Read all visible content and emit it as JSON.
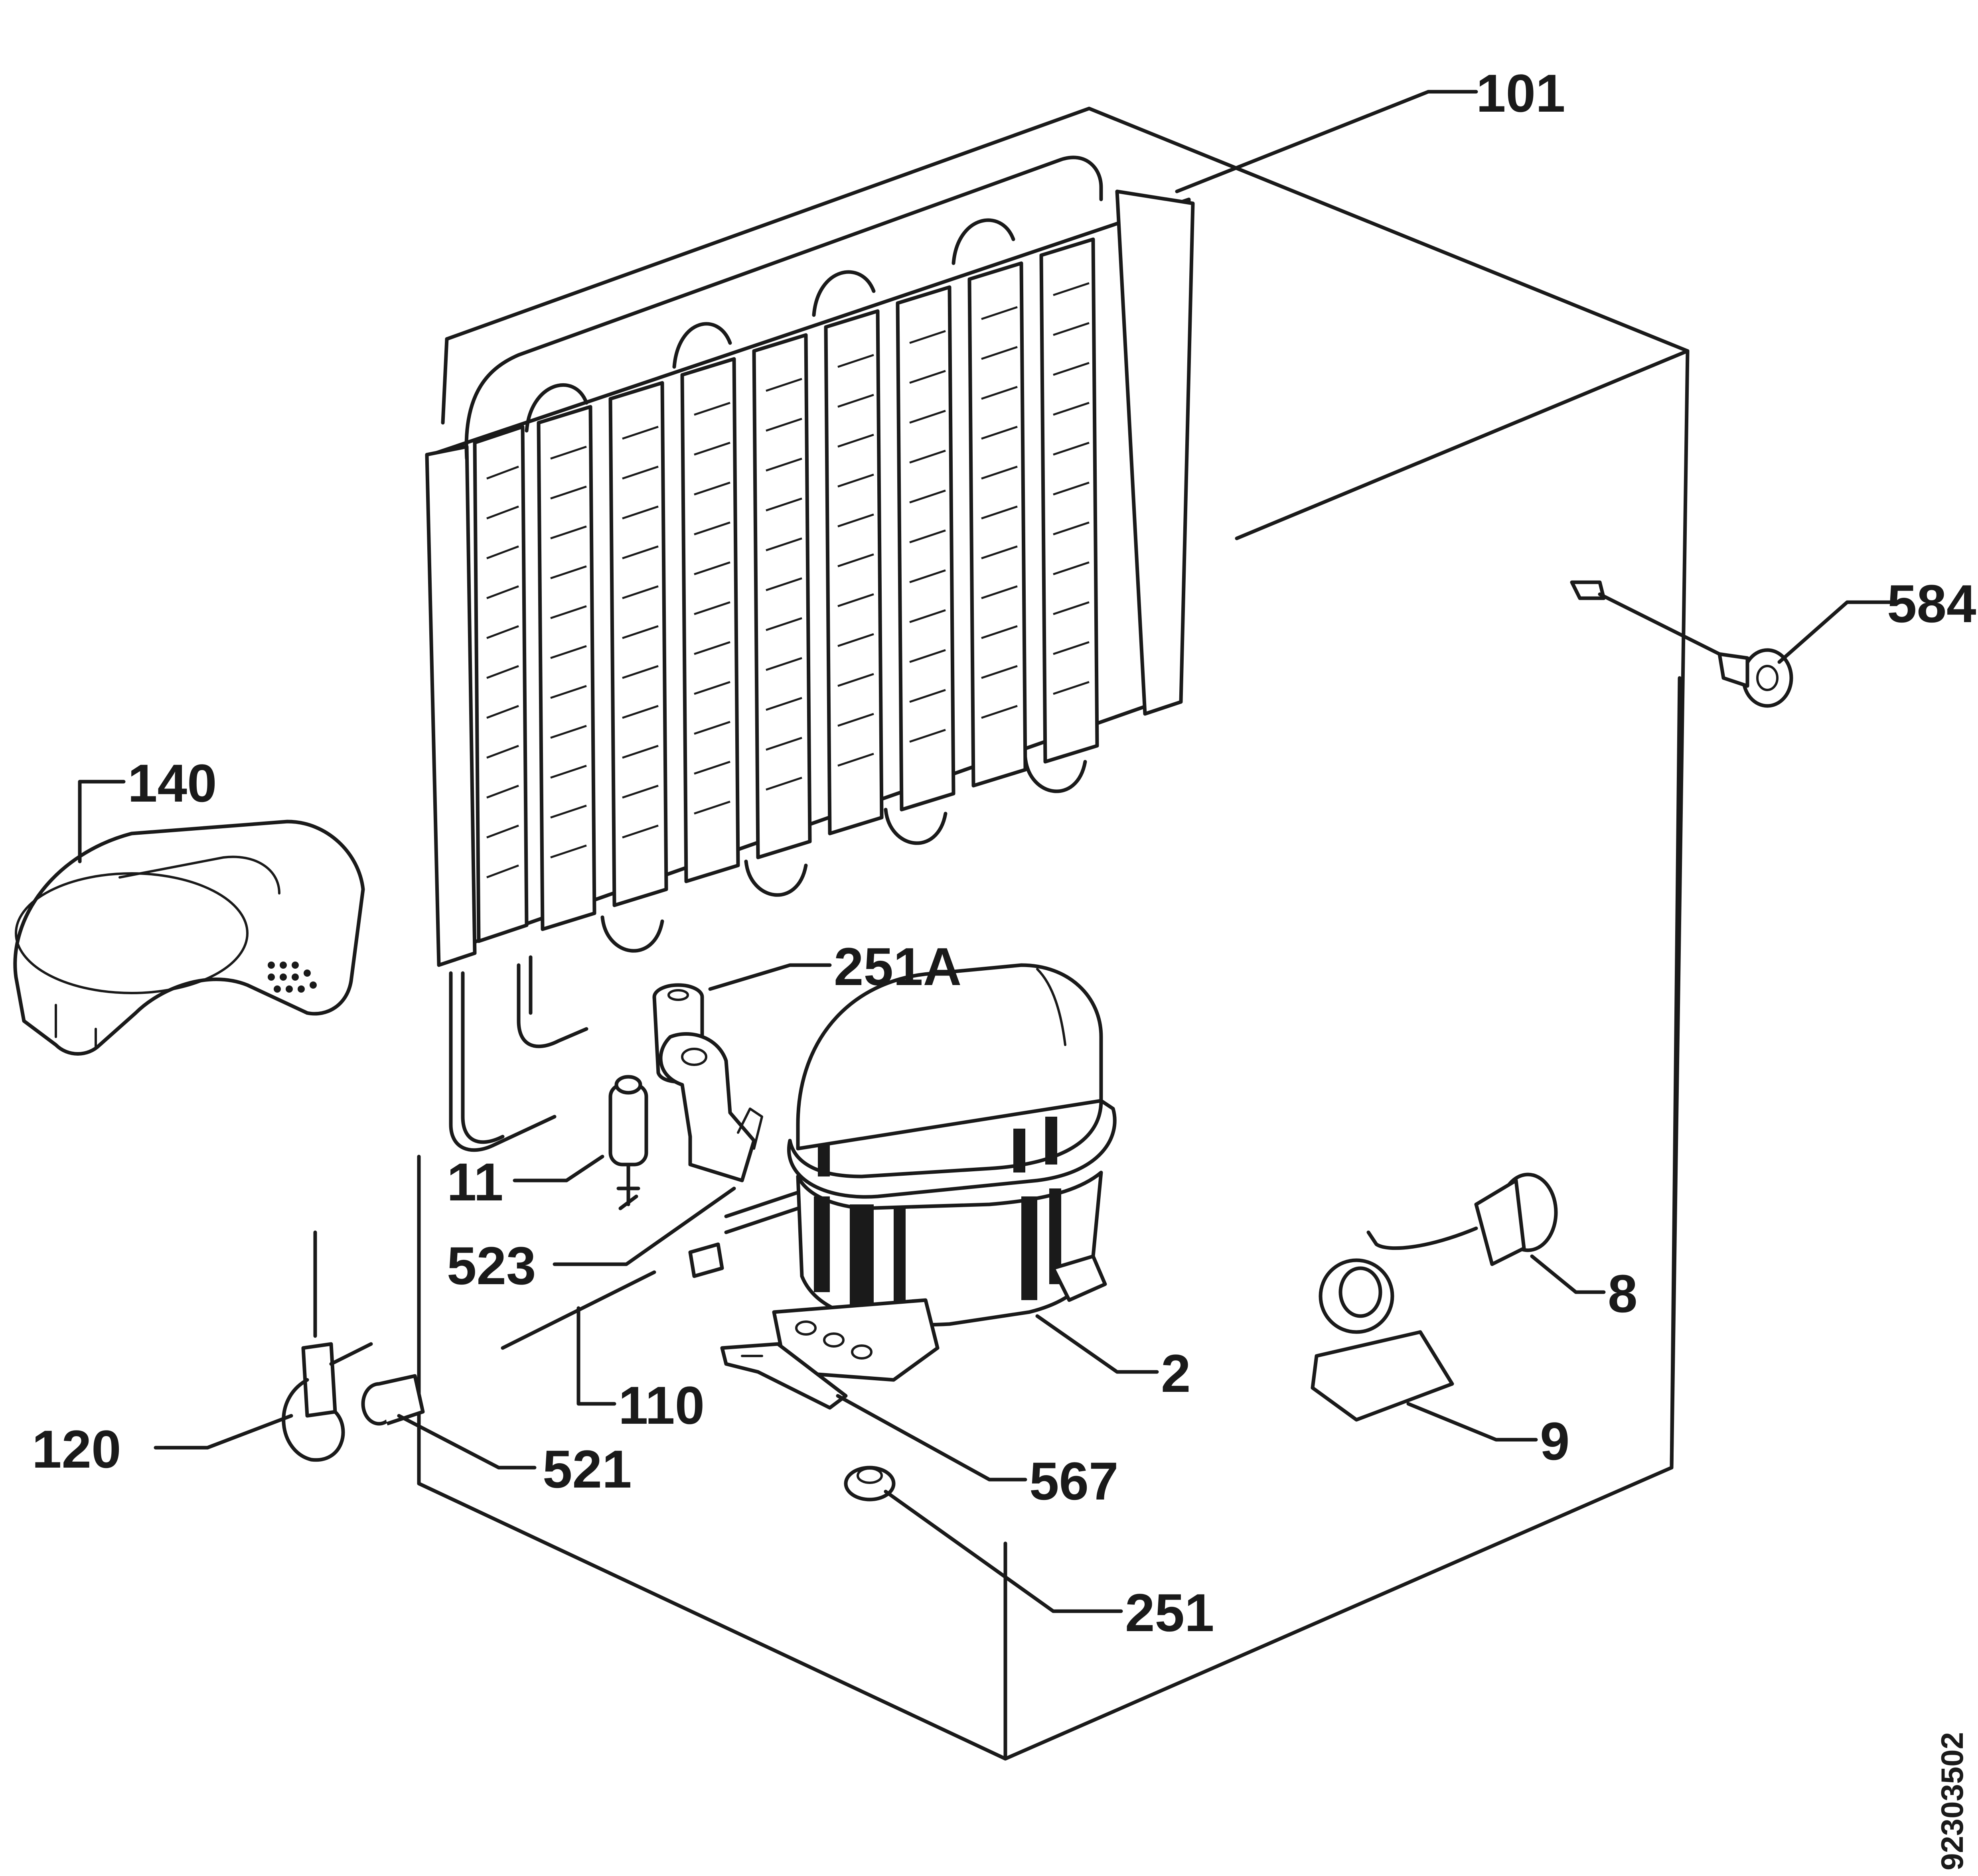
{
  "diagram": {
    "callouts": [
      {
        "id": "c101",
        "text": "101"
      },
      {
        "id": "c584",
        "text": "584"
      },
      {
        "id": "c140",
        "text": "140"
      },
      {
        "id": "c251A",
        "text": "251A"
      },
      {
        "id": "c11",
        "text": "11"
      },
      {
        "id": "c523",
        "text": "523"
      },
      {
        "id": "c8",
        "text": "8"
      },
      {
        "id": "c2",
        "text": "2"
      },
      {
        "id": "c110",
        "text": "110"
      },
      {
        "id": "c120",
        "text": "120"
      },
      {
        "id": "c521",
        "text": "521"
      },
      {
        "id": "c9",
        "text": "9"
      },
      {
        "id": "c567",
        "text": "567"
      },
      {
        "id": "c251",
        "text": "251"
      }
    ],
    "drawing_code": "92303502"
  }
}
